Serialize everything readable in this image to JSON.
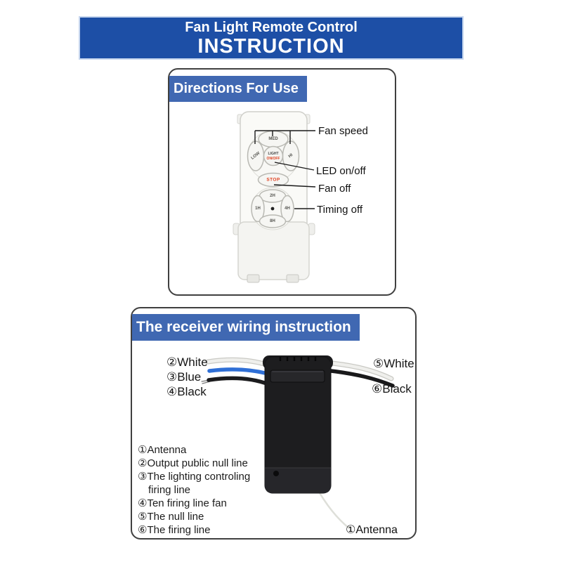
{
  "header": {
    "title": "Fan Light Remote Control",
    "subtitle": "INSTRUCTION"
  },
  "directions": {
    "title": "Directions For Use",
    "remote_buttons": {
      "low": "LOW",
      "med": "MED",
      "hi": "HI",
      "light": "LIGHT",
      "onoff": "ON/OFF",
      "stop": "STOP",
      "h2": "2H",
      "h1": "1H",
      "h4": "4H",
      "h8": "8H"
    },
    "callouts": {
      "fan_speed": "Fan speed",
      "led_onoff": "LED on/off",
      "fan_off": "Fan off",
      "timing_off": "Timing off"
    }
  },
  "receiver": {
    "title": "The receiver wiring instruction",
    "left_wires": [
      "②White",
      "③Blue",
      "④Black"
    ],
    "right_wires": [
      "⑤White",
      "⑥Black"
    ],
    "legend": [
      "①Antenna",
      "②Output public null line",
      "③The lighting controling firing line",
      "④Ten firing line fan",
      "⑤The null line",
      "⑥The firing line"
    ],
    "antenna_callout": "①Antenna"
  },
  "colors": {
    "banner_blue": "#1d4fa6",
    "title_blue": "#4068b2",
    "accent_red": "#e0401f",
    "wire_blue": "#2f6fd6",
    "receiver_black": "#1d1d1f"
  }
}
